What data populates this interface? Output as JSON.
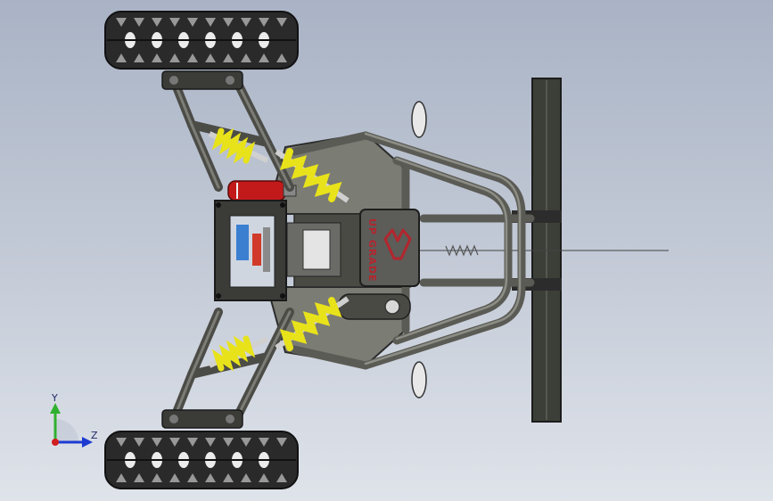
{
  "model": {
    "logo_text": "UP GRADE"
  },
  "triad": {
    "y_label": "Y",
    "z_label": "Z"
  },
  "colors": {
    "background_top": "#a9b3c5",
    "background_bottom": "#dfe3ea",
    "tube": "#5b5b55",
    "spring": "#e8e21a",
    "extinguisher": "#c21a1a",
    "tire": "#2a2a2a",
    "logo_red": "#b3262e",
    "axis_y": "#2fb12f",
    "axis_z": "#1e3bd1",
    "axis_x": "#d11e1e"
  }
}
